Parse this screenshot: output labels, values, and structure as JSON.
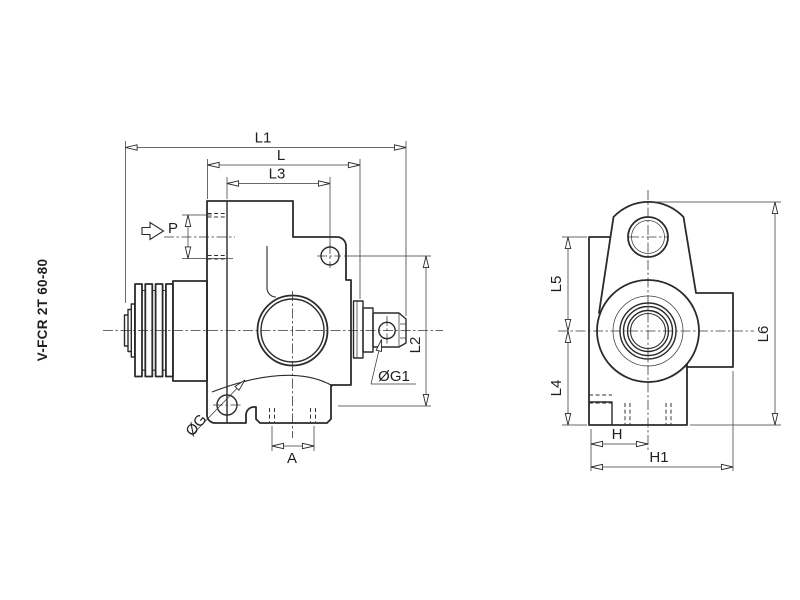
{
  "title_block": {
    "model": "V-FCR 2T 60-80"
  },
  "colors": {
    "line": "#2b2b2b",
    "background": "#ffffff"
  },
  "side_view": {
    "labels": {
      "l1": "L1",
      "l": "L",
      "l3": "L3",
      "p": "P",
      "l2": "L2",
      "a": "A",
      "og": "ØG",
      "og1": "ØG1"
    }
  },
  "front_view": {
    "labels": {
      "l5": "L5",
      "l4": "L4",
      "l6": "L6",
      "h": "H",
      "h1": "H1"
    }
  }
}
